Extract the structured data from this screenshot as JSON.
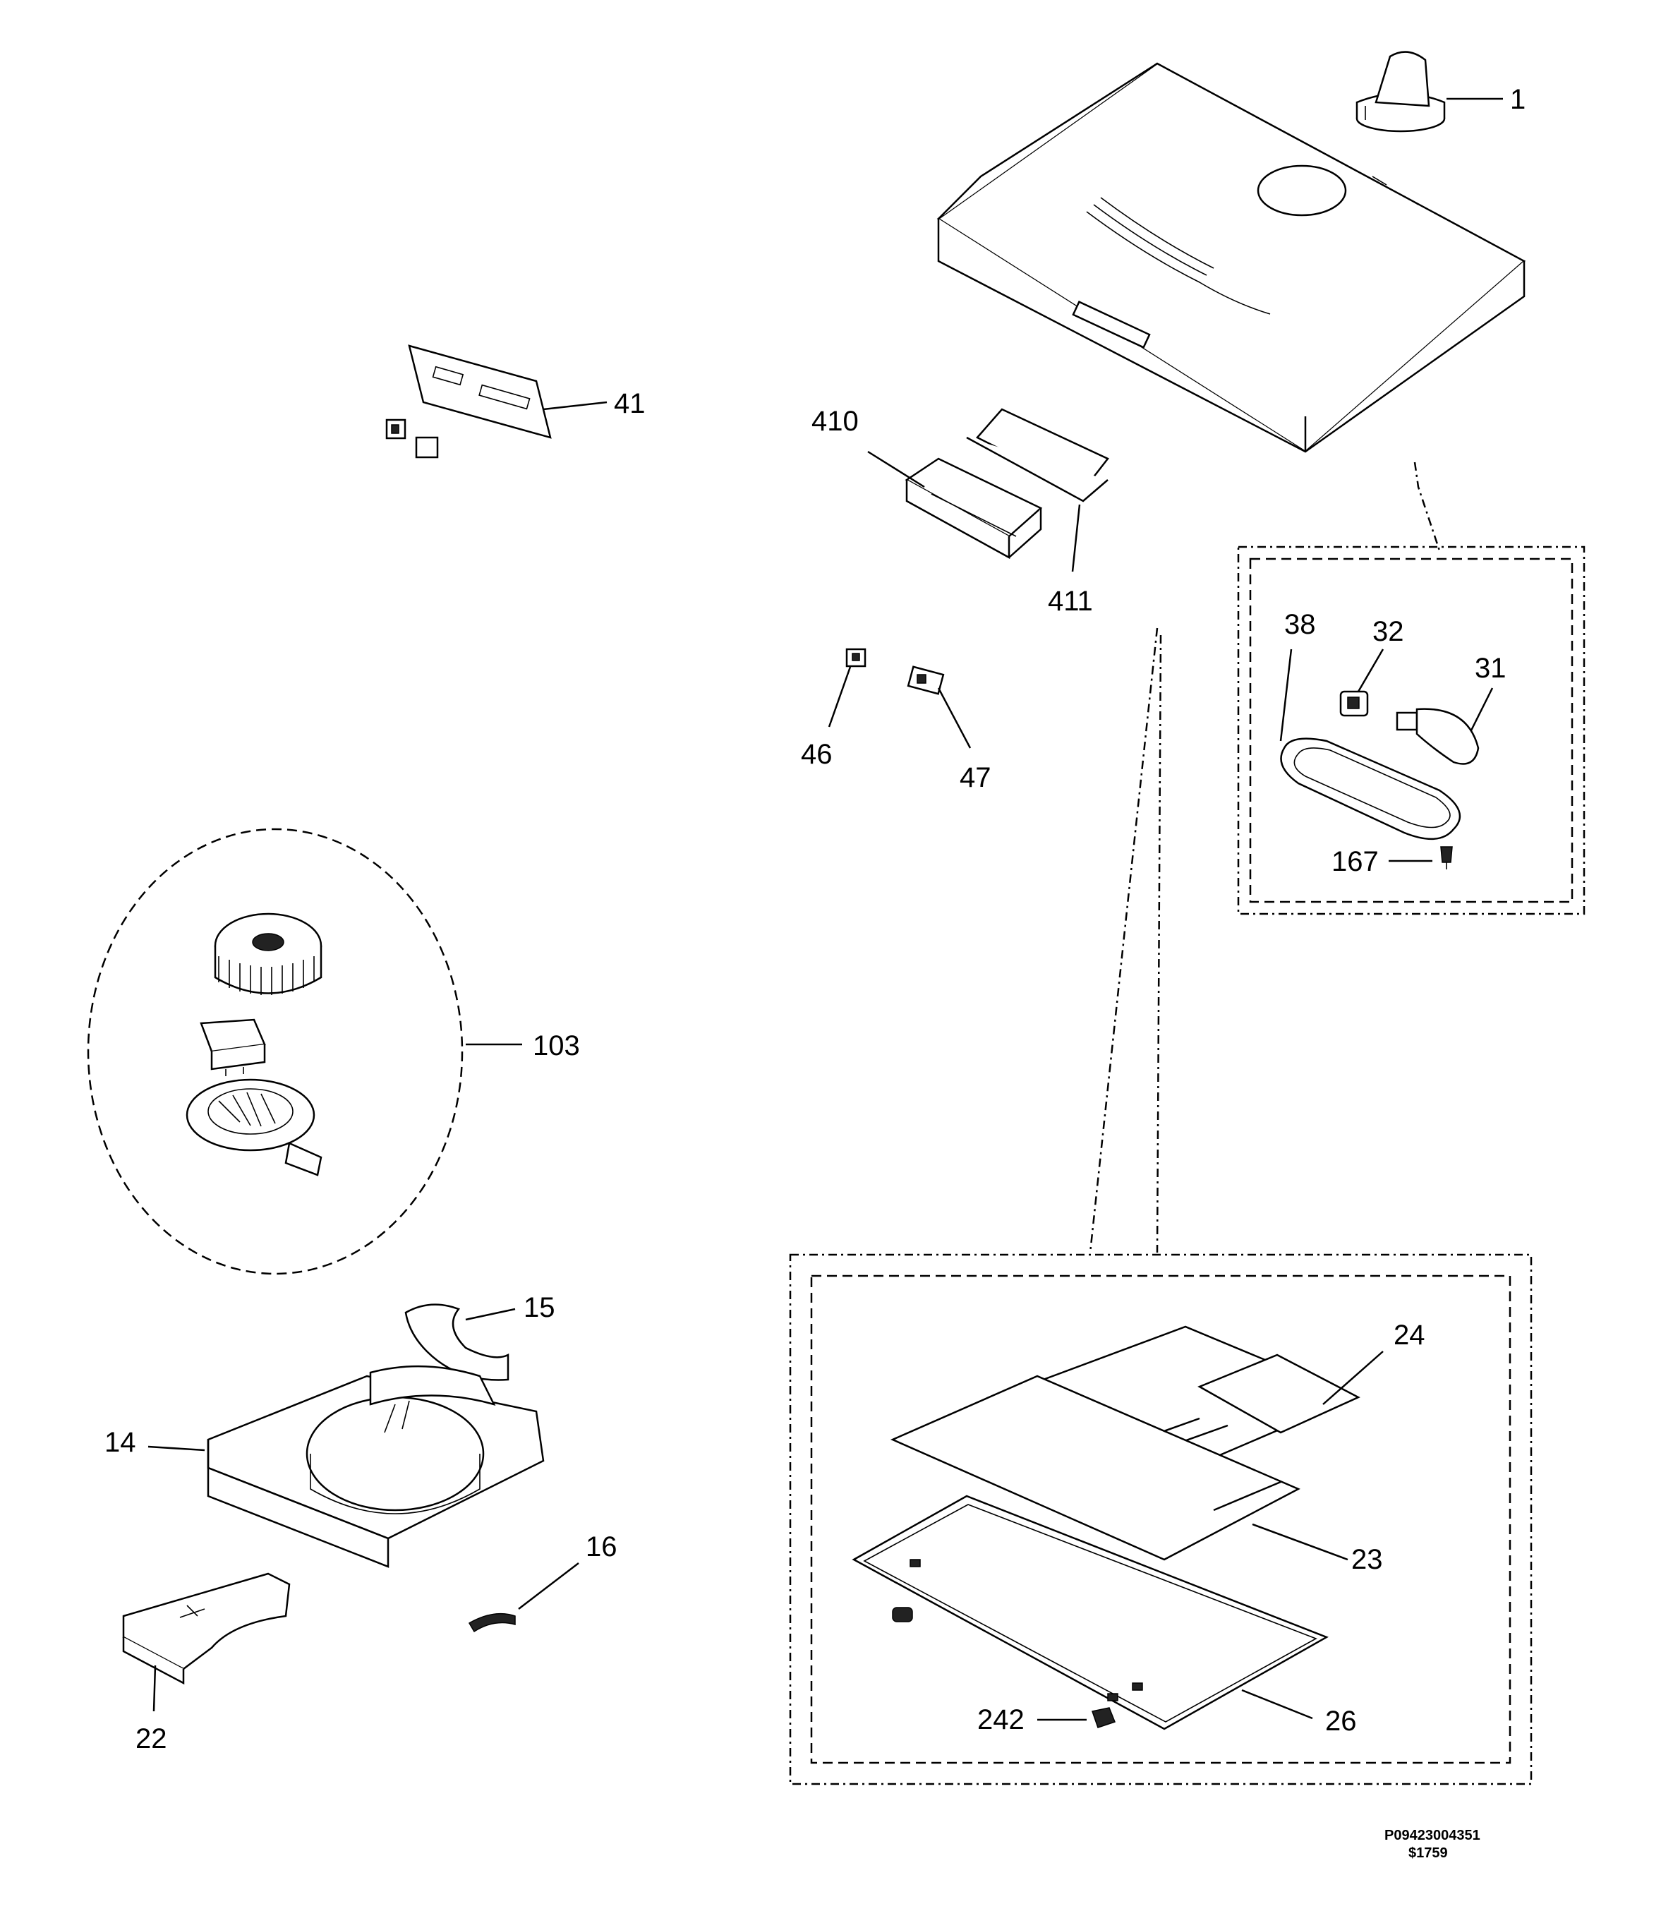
{
  "callouts": {
    "c1": "1",
    "c41": "41",
    "c410": "410",
    "c411": "411",
    "c46": "46",
    "c47": "47",
    "c38": "38",
    "c32": "32",
    "c31": "31",
    "c167": "167",
    "c103": "103",
    "c15": "15",
    "c14": "14",
    "c16": "16",
    "c22": "22",
    "c24": "24",
    "c23": "23",
    "c26": "26",
    "c242": "242"
  },
  "footer": {
    "code": "P09423004351",
    "price": "$1759"
  }
}
